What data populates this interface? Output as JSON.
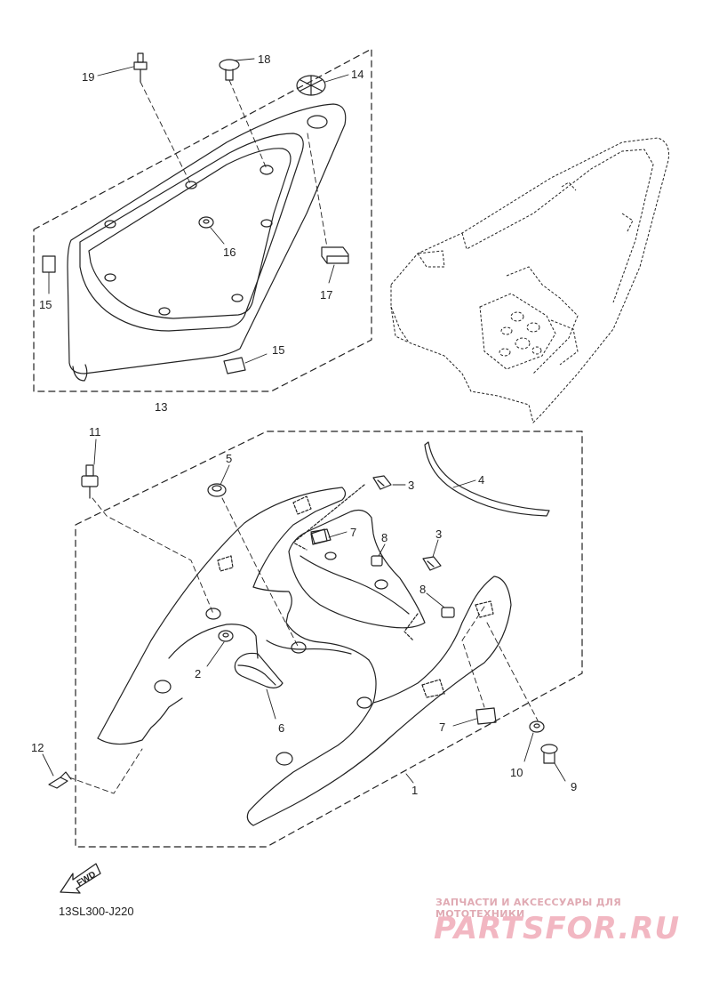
{
  "diagram_code": "13SL300-J220",
  "fwd_label": "FWD",
  "watermark": {
    "tagline": "ЗАПЧАСТИ И АКСЕССУАРЫ ДЛЯ МОТОТЕХНИКИ",
    "brand": "PARTSFOR.RU"
  },
  "callouts": {
    "c1": "1",
    "c2": "2",
    "c3a": "3",
    "c3b": "3",
    "c4": "4",
    "c5": "5",
    "c6": "6",
    "c7a": "7",
    "c7b": "7",
    "c8a": "8",
    "c8b": "8",
    "c9": "9",
    "c10": "10",
    "c11": "11",
    "c12": "12",
    "c13": "13",
    "c14": "14",
    "c15a": "15",
    "c15b": "15",
    "c16": "16",
    "c17": "17",
    "c18": "18",
    "c19": "19"
  },
  "colors": {
    "line": "#222222",
    "watermark": "#f2b7c2"
  }
}
